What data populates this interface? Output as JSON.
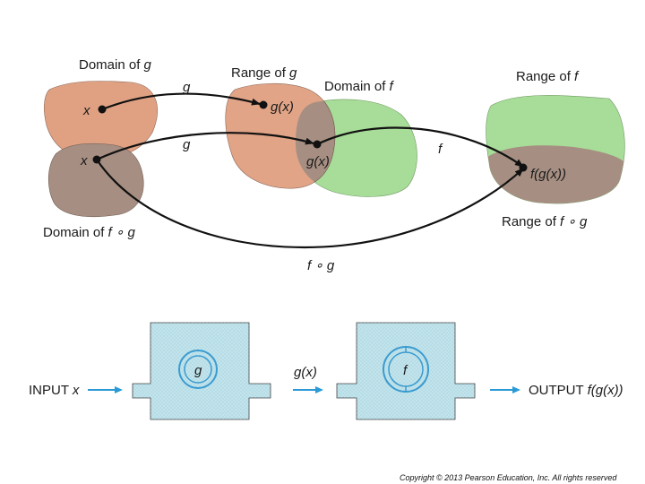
{
  "top_diagram": {
    "domain_of_g": {
      "prefix": "Domain of ",
      "var": "g"
    },
    "range_of_g": {
      "prefix": "Range of ",
      "var": "g"
    },
    "domain_of_f": {
      "prefix": "Domain of ",
      "var": "f"
    },
    "range_of_f": {
      "prefix": "Range of ",
      "var": "f"
    },
    "domain_of_fog": {
      "prefix": "Domain of ",
      "var": "f ∘ g"
    },
    "range_of_fog": {
      "prefix": "Range of ",
      "var": "f ∘ g"
    },
    "point_x_1": "x",
    "point_x_2": "x",
    "point_gx_1": "g(x)",
    "point_gx_2": "g(x)",
    "point_fgx": "f(g(x))",
    "arrow_g_1": "g",
    "arrow_g_2": "g",
    "arrow_f": "f",
    "arrow_fog": "f ∘ g"
  },
  "machine": {
    "input_label": "INPUT ",
    "input_var": "x",
    "g_label": "g",
    "middle_label": "g(x)",
    "f_label": "f",
    "output_label": "OUTPUT ",
    "output_var": "f(g(x))"
  },
  "copyright": "Copyright © 2013 Pearson Education, Inc. All rights reserved",
  "colors": {
    "domain_g": "#e0a183",
    "domain_fog": "#a68f82",
    "domain_f": "#a8dc99",
    "overlap": "#a68f82",
    "arrow": "#111111",
    "machine_fill": "#bfe3ea",
    "machine_ring": "#3a9bd0",
    "flow_arrow": "#2a9ad6"
  }
}
